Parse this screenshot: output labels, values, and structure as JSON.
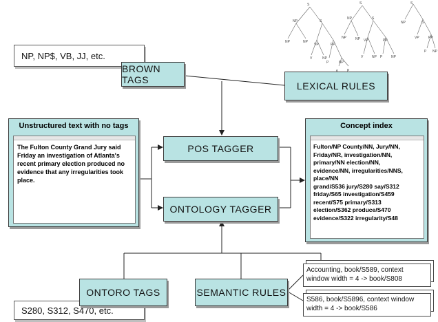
{
  "nodes": {
    "brown_examples": "NP, NP$, VB, JJ, etc.",
    "brown_tags": "BROWN TAGS",
    "lexical_rules": "LEXICAL RULES",
    "pos_tagger": "POS TAGGER",
    "ontology_tagger": "ONTOLOGY TAGGER",
    "ontoro_tags": "ONTORO TAGS",
    "semantic_rules": "SEMANTIC RULES",
    "ontoro_examples": "S280, S312, S470, etc."
  },
  "unstructured": {
    "title": "Unstructured text with no tags",
    "text": "The Fulton County Grand Jury said Friday an investigation of Atlanta's recent primary election produced no evidence that any irregularities took place."
  },
  "concept_index": {
    "title": "Concept index",
    "lines": [
      "Fulton/NP County/NN, Jury/NN,",
      "Friday/NR, investigation/NN,",
      "primary/NN election/NN,",
      "evidence/NN, irregularities/NNS,",
      "place/NN",
      "grand/S536 jury/S280 say/S312",
      "friday/S65 investigation/S459",
      "recent/S75 primary/S313",
      "election/S362 produce/S470",
      "evidence/S322 irregularity/S48"
    ]
  },
  "semantic_rule_examples": [
    "Accounting, book/S589, context window width = 4 -> book/S808",
    "S586, book/S5896, context window width = 4 -> book/S586"
  ],
  "parse_tree_icon": "parse-trees-icon"
}
